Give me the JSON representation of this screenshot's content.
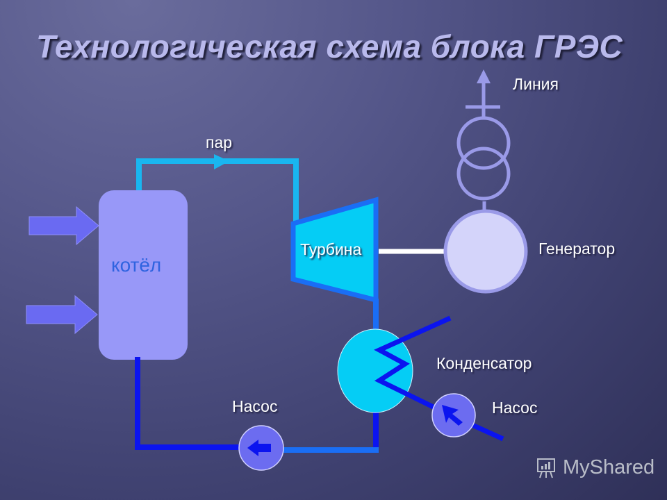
{
  "title": "Технологическая схема блока ГРЭС",
  "labels": {
    "steam": "пар",
    "line": "Линия",
    "turbine": "Турбина",
    "generator": "Генератор",
    "boiler": "котёл",
    "condenser": "Конденсатор",
    "pump_feed": "Насос",
    "pump_cooling": "Насос"
  },
  "watermark": "MyShared",
  "colors": {
    "boiler": "#9898f8",
    "steam_pipe": "#19b6f0",
    "turbine": "#05cdf5",
    "turbine_border": "#1a6ef5",
    "generator": "#d4d4fa",
    "generator_border": "#9a9ae8",
    "water_pipe": "#0b14ef",
    "pump": "#6c6cf0",
    "transformer": "#9a9ae8"
  }
}
